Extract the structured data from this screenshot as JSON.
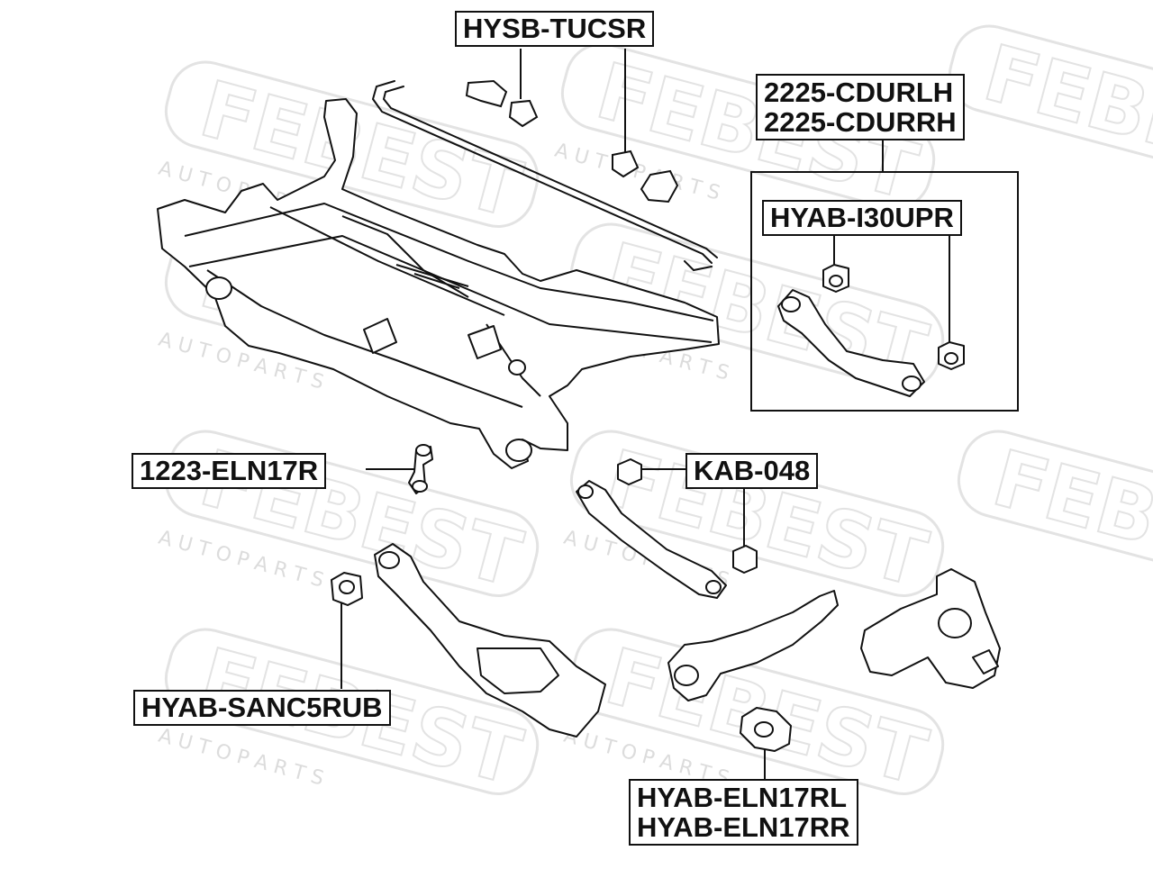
{
  "labels": {
    "hysb_tucsr": "HYSB-TUCSR",
    "cdurlh": "2225-CDURLH",
    "cdurrh": "2225-CDURRH",
    "i30upr": "HYAB-I30UPR",
    "eln17r": "1223-ELN17R",
    "kab048": "KAB-048",
    "sanc5rub": "HYAB-SANC5RUB",
    "eln17rl": "HYAB-ELN17RL",
    "eln17rr": "HYAB-ELN17RR"
  },
  "watermark": {
    "brand": "FEBEST",
    "tagline": "A U T O   P A R T S"
  },
  "colors": {
    "line": "#111111",
    "watermark": "#e2e2e2"
  }
}
